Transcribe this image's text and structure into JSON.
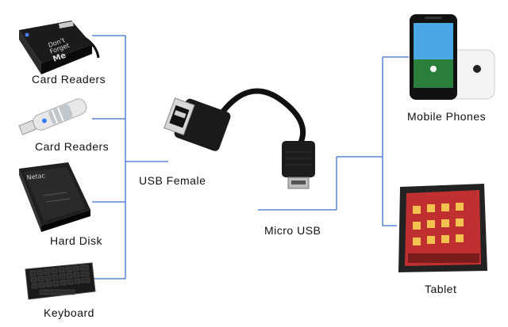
{
  "left_devices": [
    {
      "label": "Card Readers",
      "icon": "card-reader-hub-icon"
    },
    {
      "label": "Card Readers",
      "icon": "usb-card-reader-stick-icon"
    },
    {
      "label": "Hard Disk",
      "icon": "hard-disk-icon"
    },
    {
      "label": "Keyboard",
      "icon": "keyboard-icon"
    }
  ],
  "right_devices": [
    {
      "label": "Mobile Phones",
      "icon": "mobile-phone-icon"
    },
    {
      "label": "Tablet",
      "icon": "tablet-icon"
    }
  ],
  "cable": {
    "usb_female_label": "USB Female",
    "micro_usb_label": "Micro USB"
  },
  "colors": {
    "connector_line": "#3a6fd1",
    "cable_black": "#111111",
    "label_text": "#111111"
  }
}
